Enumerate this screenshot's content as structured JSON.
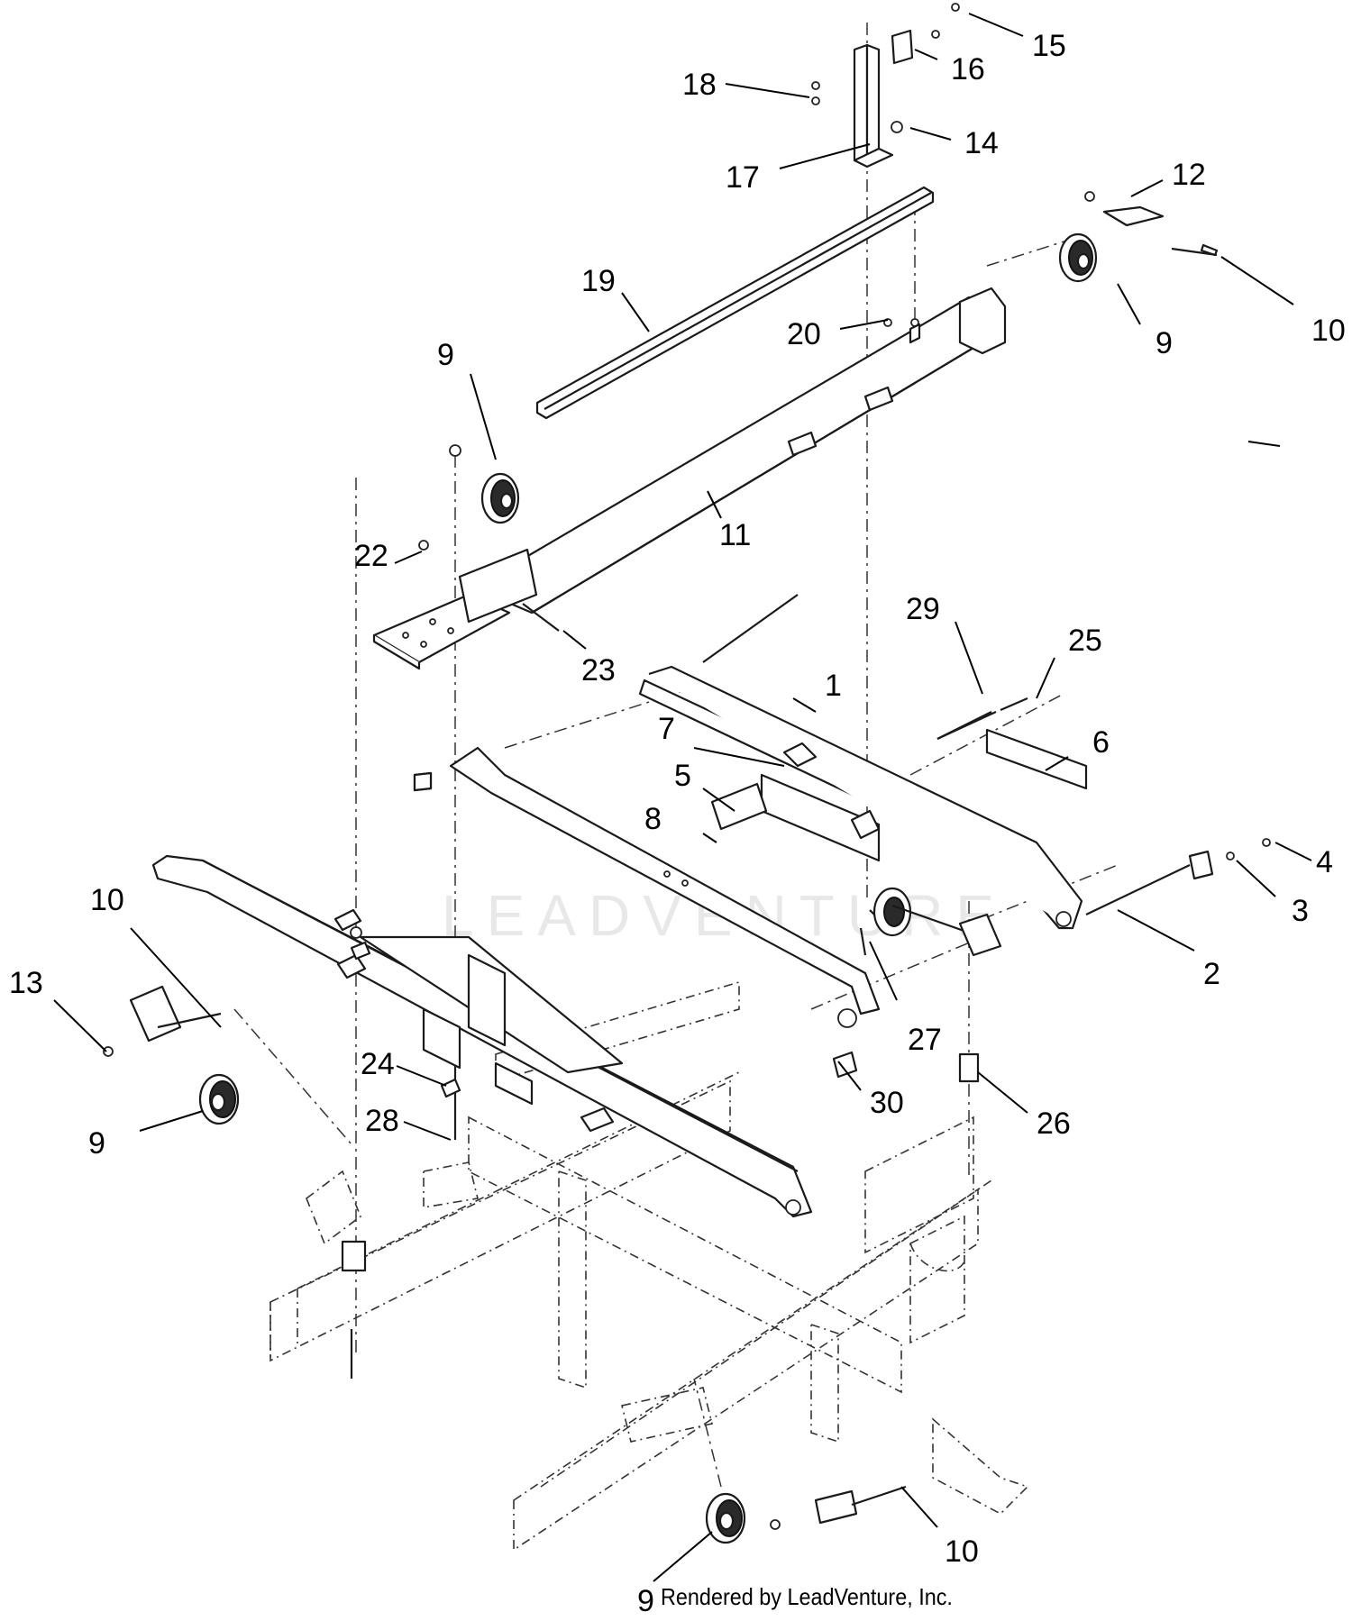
{
  "watermark": "LEADVENTURE",
  "credit": "Rendered by LeadVenture, Inc.",
  "callouts": [
    {
      "id": "c15",
      "label": "15"
    },
    {
      "id": "c16",
      "label": "16"
    },
    {
      "id": "c18",
      "label": "18"
    },
    {
      "id": "c14",
      "label": "14"
    },
    {
      "id": "c17",
      "label": "17"
    },
    {
      "id": "c12",
      "label": "12"
    },
    {
      "id": "c19",
      "label": "19"
    },
    {
      "id": "c20",
      "label": "20"
    },
    {
      "id": "c10a",
      "label": "10"
    },
    {
      "id": "c9a",
      "label": "9"
    },
    {
      "id": "c9b",
      "label": "9"
    },
    {
      "id": "c11",
      "label": "11"
    },
    {
      "id": "c22",
      "label": "22"
    },
    {
      "id": "c23",
      "label": "23"
    },
    {
      "id": "c29",
      "label": "29"
    },
    {
      "id": "c25",
      "label": "25"
    },
    {
      "id": "c1",
      "label": "1"
    },
    {
      "id": "c7",
      "label": "7"
    },
    {
      "id": "c6",
      "label": "6"
    },
    {
      "id": "c5",
      "label": "5"
    },
    {
      "id": "c8",
      "label": "8"
    },
    {
      "id": "c4",
      "label": "4"
    },
    {
      "id": "c3",
      "label": "3"
    },
    {
      "id": "c2",
      "label": "2"
    },
    {
      "id": "c10b",
      "label": "10"
    },
    {
      "id": "c13",
      "label": "13"
    },
    {
      "id": "c27",
      "label": "27"
    },
    {
      "id": "c24",
      "label": "24"
    },
    {
      "id": "c30",
      "label": "30"
    },
    {
      "id": "c9c",
      "label": "9"
    },
    {
      "id": "c28",
      "label": "28"
    },
    {
      "id": "c26",
      "label": "26"
    },
    {
      "id": "c10c",
      "label": "10"
    },
    {
      "id": "c9d",
      "label": "9"
    }
  ]
}
